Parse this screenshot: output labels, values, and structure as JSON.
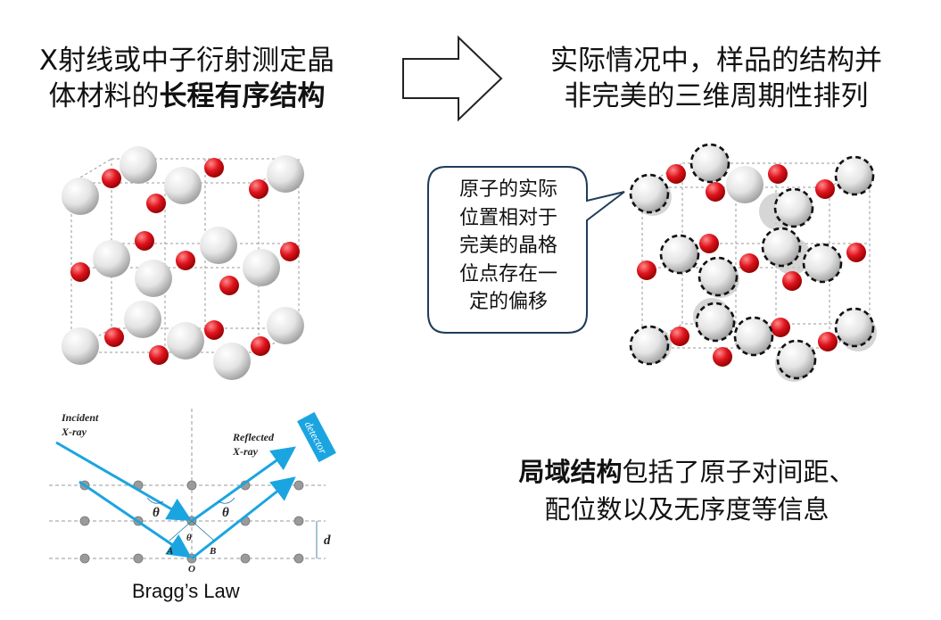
{
  "headline_left": {
    "line1": "X射线或中子衍射测定晶",
    "line2_plain": "体材料的",
    "line2_bold": "长程有序结构"
  },
  "headline_right": {
    "line1": "实际情况中，样品的结构并",
    "line2": "非完美的三维周期性排列"
  },
  "callout": {
    "lines": [
      "原子的实际",
      "位置相对于",
      "完美的晶格",
      "位点存在一",
      "定的偏移"
    ]
  },
  "bragg": {
    "incident_label_1": "Incident",
    "incident_label_2": "X-ray",
    "reflected_label_1": "Reflected",
    "reflected_label_2": "X-ray",
    "detector_label": "detector",
    "theta_label": "θ",
    "point_a": "A",
    "point_b": "B",
    "point_o": "O",
    "spacing_label": "d",
    "caption": "Bragg’s Law"
  },
  "local_structure": {
    "bold": "局域结构",
    "rest_line1": "包括了原子对间距、",
    "line2": "配位数以及无序度等信息"
  },
  "colors": {
    "white_atom": "#e6e6e6",
    "red_atom": "#e0141e",
    "beam": "#1ba5e0",
    "lattice_point": "#9a9a9a",
    "callout_border": "#1f3d5a"
  }
}
